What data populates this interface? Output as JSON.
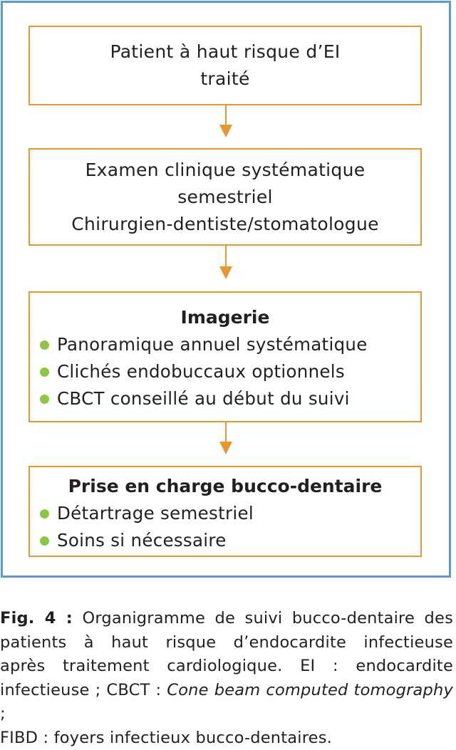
{
  "flowchart": {
    "box1": {
      "lines": [
        "Patient à haut risque d’EI",
        "traité"
      ]
    },
    "box2": {
      "lines": [
        "Examen clinique systématique",
        "semestriel",
        "Chirurgien-dentiste/stomatologue"
      ]
    },
    "box3": {
      "title": "Imagerie",
      "items": [
        "Panoramique annuel systématique",
        "Clichés endobuccaux optionnels",
        "CBCT conseillé au début du suivi"
      ]
    },
    "box4": {
      "title": "Prise en charge bucco-dentaire",
      "items": [
        "Détartrage semestriel",
        "Soins si nécessaire"
      ]
    }
  },
  "caption": {
    "label": "Fig. 4 :",
    "line1": "Organigramme de suivi bucco-dentaire des",
    "line2": "patients à haut risque d’endocardite infectieuse",
    "line3": "après traitement cardiologique. EI : endocardite",
    "line4a": "infectieuse ; CBCT : ",
    "line4b": "Cone beam computed tomography",
    "line4c": " ;",
    "line5": "FIBD : foyers infectieux bucco-dentaires."
  },
  "colors": {
    "frame": "#5b9bd5",
    "box_border": "#e8972e",
    "arrow": "#e8972e",
    "bullet": "#8dc63f",
    "text": "#231f20"
  }
}
